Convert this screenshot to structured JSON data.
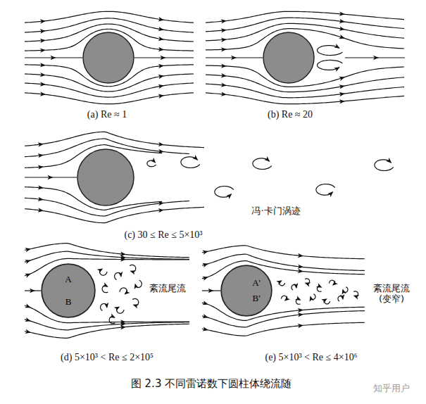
{
  "diagram": {
    "caption": "图 2.3 不同雷诺数下圆柱体绕流随",
    "nodes": [
      {
        "text": [
          "A",
          "B"
        ]
      },
      {
        "text": [
          "A'",
          "B'"
        ]
      }
    ],
    "labels": [
      "(a) Re ≈ 1",
      "(b) Re ≈ 20",
      "冯·卡门涡迹",
      "(c) 30 ≤ Re ≤ 5×10³",
      "紊流尾流",
      "(d) 5×10³ < Re ≤ 2×10⁵",
      "紊流尾流 (变窄)",
      "(e) 5×10³ < Re ≤ 4×10⁶",
      "知乎用户"
    ]
  }
}
